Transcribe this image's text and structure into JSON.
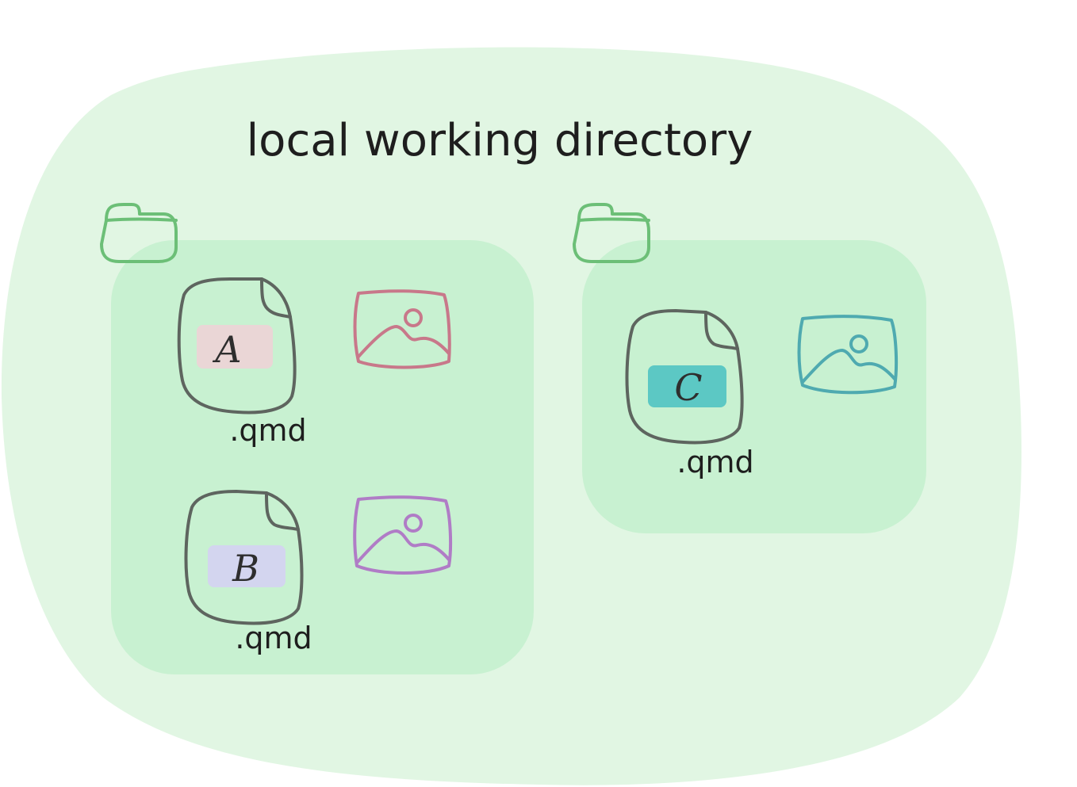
{
  "title": "local working directory",
  "colors": {
    "outer_fill": "#e1f6e3",
    "folder_fill": "#c8f1d1",
    "folder_icon": "#6cbf77",
    "doc_stroke": "#5e655f",
    "image_a": "#c8788a",
    "image_b": "#b07cc6",
    "image_c": "#4faab0",
    "badge_a": "#ead6d6",
    "badge_b": "#d3d5ef",
    "badge_c": "#5cc8c4"
  },
  "folders": [
    {
      "icon": "folder-icon",
      "files": [
        {
          "label": "A",
          "extension": ".qmd",
          "icon": "document-icon"
        },
        {
          "label": "B",
          "extension": ".qmd",
          "icon": "document-icon"
        }
      ],
      "images": [
        "image-icon",
        "image-icon"
      ]
    },
    {
      "icon": "folder-icon",
      "files": [
        {
          "label": "C",
          "extension": ".qmd",
          "icon": "document-icon"
        }
      ],
      "images": [
        "image-icon"
      ]
    }
  ]
}
